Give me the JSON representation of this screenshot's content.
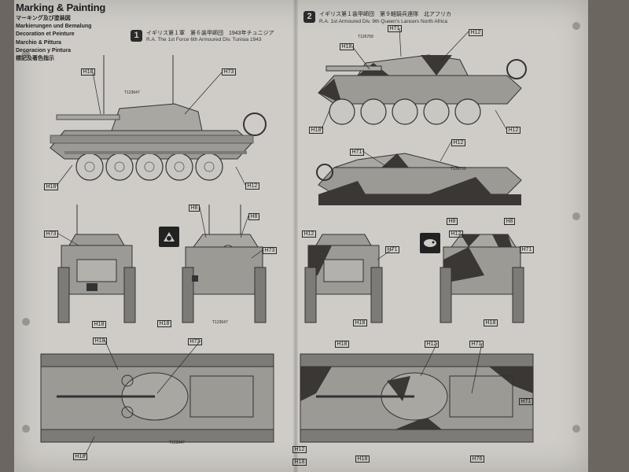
{
  "header": {
    "title": "Marking & Painting",
    "languages": [
      "マーキング及び塗装図",
      "Markierungen und Bemalung",
      "Decoration et Peinture",
      "Marchio & Pittura",
      "Decoracion y Pintura",
      "標記及著色指示"
    ]
  },
  "schemes": [
    {
      "number": "1",
      "title_jp": "イギリス第１軍　第６装甲師団　1943年チュニジア",
      "title_en": "R.A. The 1st Force 6th Armoured Div. Tunisia 1943",
      "serials": [
        "T123647",
        "T123647",
        "T123647"
      ],
      "labels": [
        "H18",
        "H73",
        "H18",
        "H12",
        "H73",
        "H8",
        "H8",
        "H73",
        "H18",
        "H18",
        "H18",
        "H73",
        "H18"
      ]
    },
    {
      "number": "2",
      "title_jp": "イギリス第１装甲師団　第９軽騎兵連隊　北アフリカ",
      "title_en": "R.A. 1st Armoured Div. 9th Queen's Lancers North Africa",
      "serials": [
        "T126709",
        "T126709"
      ],
      "labels": [
        "H71",
        "H18",
        "H12",
        "H18",
        "H12",
        "H71",
        "H12",
        "H12",
        "H8",
        "H8",
        "H71",
        "H71",
        "H12",
        "H18",
        "H18",
        "H18",
        "H12",
        "H71",
        "H18",
        "H12",
        "H71",
        "H18",
        "H76"
      ]
    }
  ],
  "colors": {
    "paper": "#cfccc7",
    "ink": "#2a2a2a",
    "tank_grey": "#9b9a95",
    "camo_dark": "#3a3735"
  }
}
